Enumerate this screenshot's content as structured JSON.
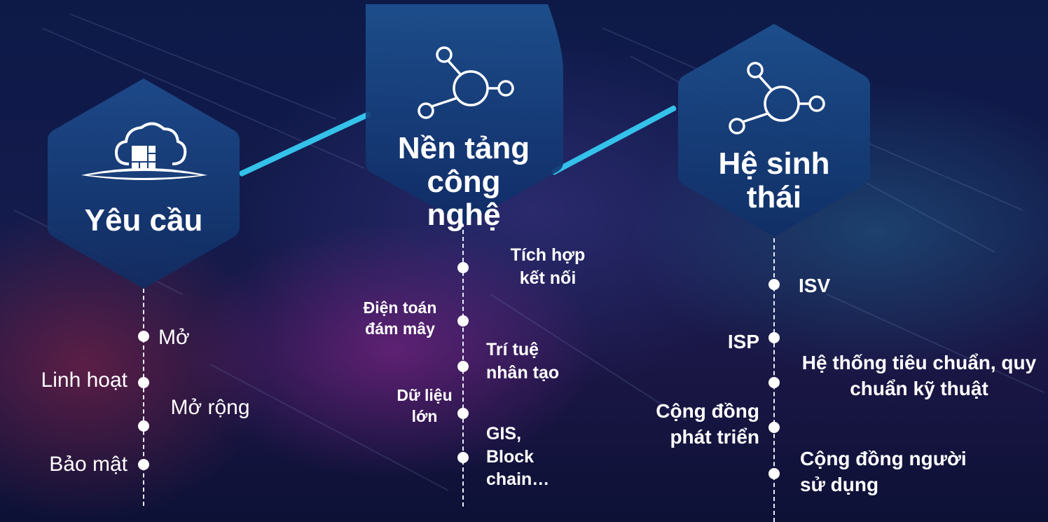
{
  "columns": [
    {
      "title": "Yêu cầu",
      "icon": "cloud-platform-icon",
      "items": [
        "Mở",
        "Linh hoạt",
        "Mở rộng",
        "Bảo mật"
      ]
    },
    {
      "title": "Nền tảng công nghệ",
      "icon": "network-nodes-icon",
      "items": [
        "Tích hợp kết nối",
        "Điện toán đám mây",
        "Trí tuệ nhân tạo",
        "Dữ liệu lớn",
        "GIS, Block chain…"
      ]
    },
    {
      "title": "Hệ sinh thái",
      "icon": "network-nodes-icon",
      "items": [
        "ISV",
        "ISP",
        "Hệ thống tiêu chuẩn, quy chuẩn kỹ thuật",
        "Cộng đồng phát triển",
        "Cộng đồng người sử dụng"
      ]
    }
  ],
  "colors": {
    "hex_fill": "#1a3f7a",
    "connector": "#34c2ea",
    "text": "#ffffff"
  }
}
